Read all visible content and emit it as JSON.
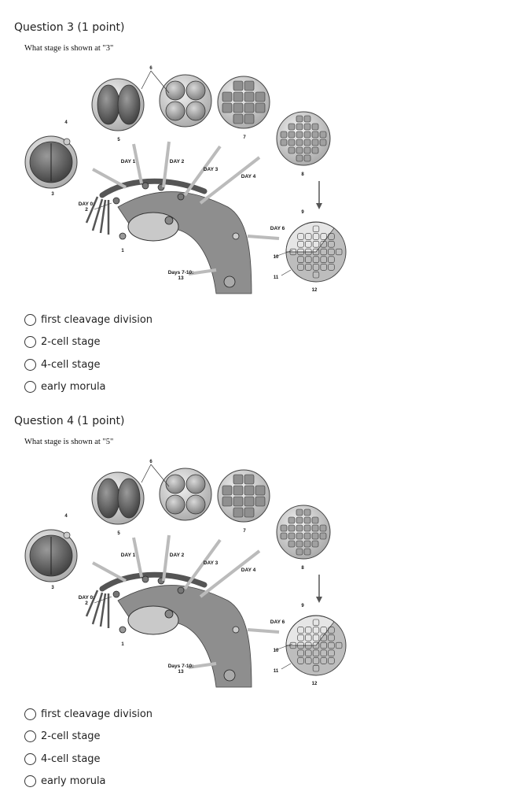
{
  "questions": [
    {
      "title": "Question 3 (1 point)",
      "prompt": "What stage is shown at \"3\"",
      "options": [
        "first cleavage division",
        "2-cell stage",
        "4-cell stage",
        "early morula"
      ]
    },
    {
      "title": "Question 4 (1 point)",
      "prompt": "What stage is shown at \"5\"",
      "options": [
        "first cleavage division",
        "2-cell stage",
        "4-cell stage",
        "early morula"
      ]
    }
  ],
  "figure": {
    "day_labels": [
      "DAY 0:\n2",
      "DAY 1",
      "DAY 2",
      "DAY 3",
      "DAY 4",
      "DAY 6",
      "Days 7-10:\n13"
    ],
    "numbers": [
      "1",
      "3",
      "4",
      "5",
      "6",
      "7",
      "8",
      "9",
      "10",
      "11",
      "12"
    ]
  },
  "colors": {
    "text": "#222222",
    "radio_border": "#333333",
    "embryo_dark": "#555555",
    "embryo_mid": "#8a8a8a"
  }
}
